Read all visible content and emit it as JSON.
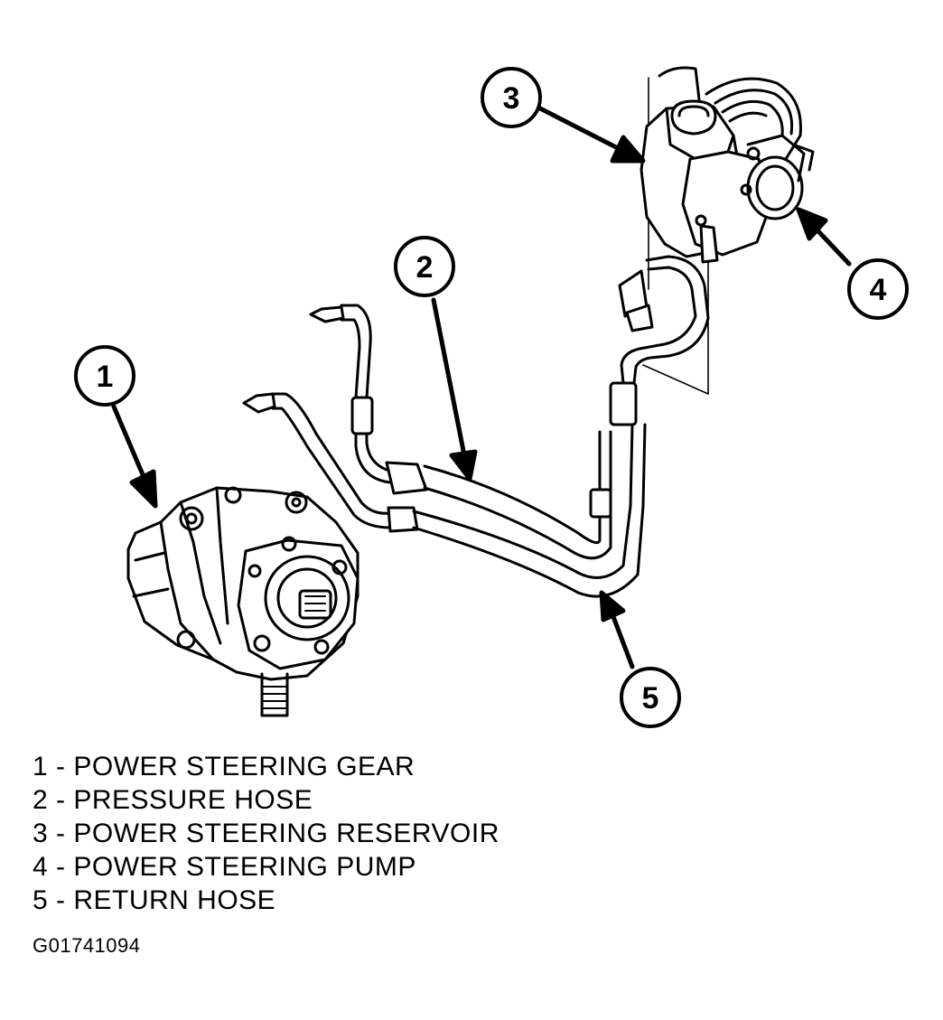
{
  "callouts": [
    "1",
    "2",
    "3",
    "4",
    "5"
  ],
  "legend": [
    {
      "number": "1",
      "text": "1 - POWER STEERING GEAR"
    },
    {
      "number": "2",
      "text": "2 - PRESSURE HOSE"
    },
    {
      "number": "3",
      "text": "3 - POWER STEERING RESERVOIR"
    },
    {
      "number": "4",
      "text": "4 - POWER STEERING PUMP"
    },
    {
      "number": "5",
      "text": "5 - RETURN HOSE"
    }
  ],
  "figure_id": "G01741094",
  "colors": {
    "ink": "#000000",
    "paper": "#ffffff"
  }
}
